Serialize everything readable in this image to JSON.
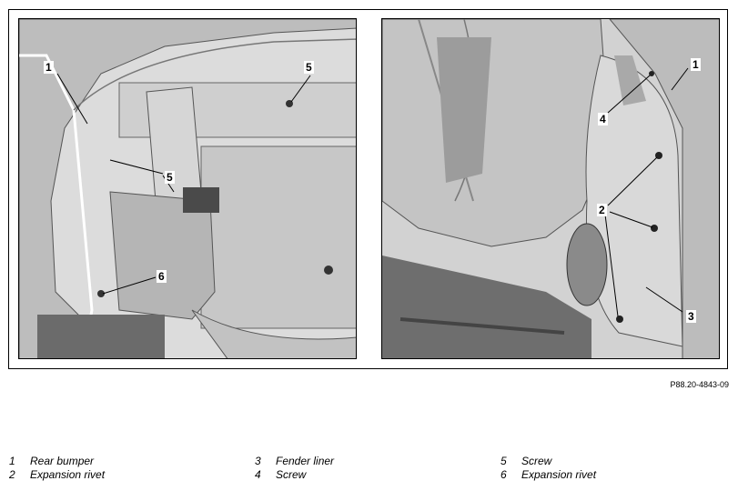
{
  "figure_id": "P88.20-4843-09",
  "callouts_left": [
    "1",
    "5",
    "5",
    "6"
  ],
  "callouts_right": [
    "1",
    "4",
    "2",
    "3"
  ],
  "legend": [
    {
      "num": "1",
      "text": "Rear bumper"
    },
    {
      "num": "2",
      "text": "Expansion rivet"
    },
    {
      "num": "3",
      "text": "Fender liner"
    },
    {
      "num": "4",
      "text": "Screw"
    },
    {
      "num": "5",
      "text": "Screw"
    },
    {
      "num": "6",
      "text": "Expansion rivet"
    }
  ]
}
